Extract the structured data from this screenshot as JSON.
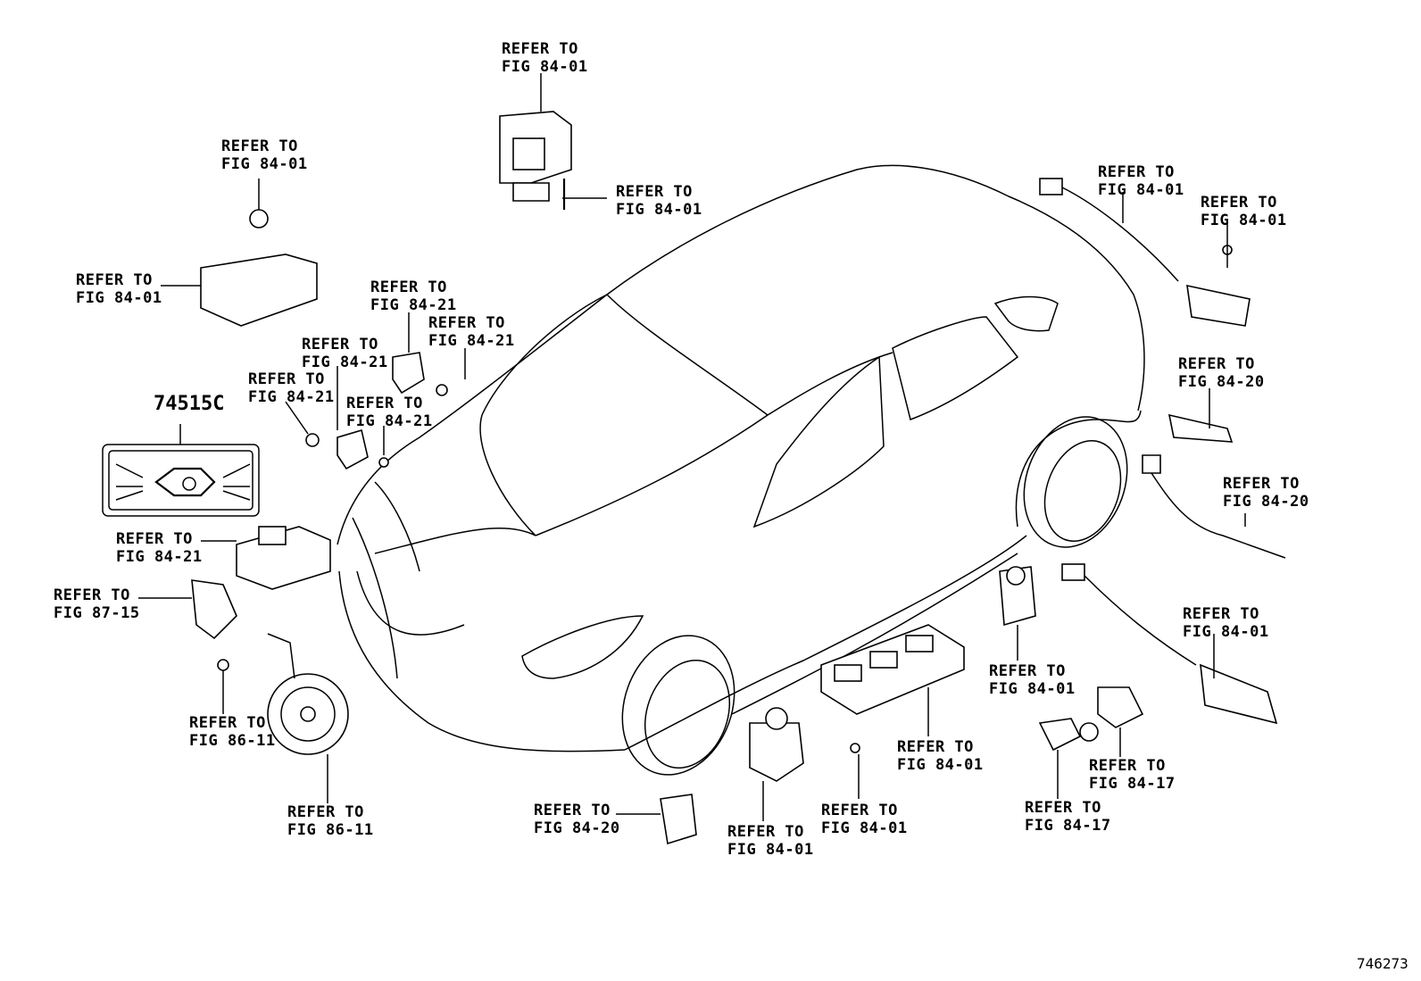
{
  "diagram_code": "746273",
  "part_number": "74515C",
  "refs": [
    {
      "l1": "REFER TO",
      "l2": "FIG 84-01"
    },
    {
      "l1": "REFER TO",
      "l2": "FIG 84-01"
    },
    {
      "l1": "REFER TO",
      "l2": "FIG 84-01"
    },
    {
      "l1": "REFER TO",
      "l2": "FIG 84-01"
    },
    {
      "l1": "REFER TO",
      "l2": "FIG 84-01"
    },
    {
      "l1": "REFER TO",
      "l2": "FIG 84-21"
    },
    {
      "l1": "REFER TO",
      "l2": "FIG 84-21"
    },
    {
      "l1": "REFER TO",
      "l2": "FIG 84-21"
    },
    {
      "l1": "REFER TO",
      "l2": "FIG 84-21"
    },
    {
      "l1": "REFER TO",
      "l2": "FIG 84-21"
    },
    {
      "l1": "REFER TO",
      "l2": "FIG 84-21"
    },
    {
      "l1": "REFER TO",
      "l2": "FIG 87-15"
    },
    {
      "l1": "REFER TO",
      "l2": "FIG 86-11"
    },
    {
      "l1": "REFER TO",
      "l2": "FIG 86-11"
    },
    {
      "l1": "REFER TO",
      "l2": "FIG 84-20"
    },
    {
      "l1": "REFER TO",
      "l2": "FIG 84-01"
    },
    {
      "l1": "REFER TO",
      "l2": "FIG 84-01"
    },
    {
      "l1": "REFER TO",
      "l2": "FIG 84-01"
    },
    {
      "l1": "REFER TO",
      "l2": "FIG 84-01"
    },
    {
      "l1": "REFER TO",
      "l2": "FIG 84-17"
    },
    {
      "l1": "REFER TO",
      "l2": "FIG 84-17"
    },
    {
      "l1": "REFER TO",
      "l2": "FIG 84-01"
    },
    {
      "l1": "REFER TO",
      "l2": "FIG 84-20"
    },
    {
      "l1": "REFER TO",
      "l2": "FIG 84-20"
    }
  ]
}
